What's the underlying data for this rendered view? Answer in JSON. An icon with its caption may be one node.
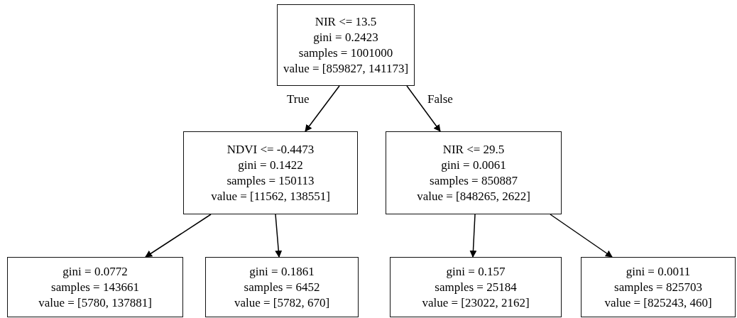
{
  "diagram": {
    "nodes": [
      {
        "text": [
          "NIR <= 13.5",
          "gini = 0.2423",
          "samples = 1001000",
          "value = [859827, 141173]"
        ]
      },
      {
        "text": [
          "NDVI <= -0.4473",
          "gini = 0.1422",
          "samples = 150113",
          "value = [11562, 138551]"
        ]
      },
      {
        "text": [
          "NIR <= 29.5",
          "gini = 0.0061",
          "samples = 850887",
          "value = [848265, 2622]"
        ]
      },
      {
        "text": [
          "gini = 0.0772",
          "samples = 143661",
          "value = [5780, 137881]"
        ]
      },
      {
        "text": [
          "gini = 0.1861",
          "samples = 6452",
          "value = [5782, 670]"
        ]
      },
      {
        "text": [
          "gini = 0.157",
          "samples = 25184",
          "value = [23022, 2162]"
        ]
      },
      {
        "text": [
          "gini = 0.0011",
          "samples = 825703",
          "value = [825243, 460]"
        ]
      }
    ],
    "edges": [
      {
        "from": 0,
        "to": 1,
        "arrow": "to",
        "label": "True"
      },
      {
        "from": 0,
        "to": 2,
        "arrow": "to",
        "label": "False"
      },
      {
        "from": 1,
        "to": 3,
        "arrow": "to"
      },
      {
        "from": 1,
        "to": 4,
        "arrow": "to"
      },
      {
        "from": 2,
        "to": 5,
        "arrow": "to"
      },
      {
        "from": 2,
        "to": 6,
        "arrow": "to"
      }
    ]
  }
}
